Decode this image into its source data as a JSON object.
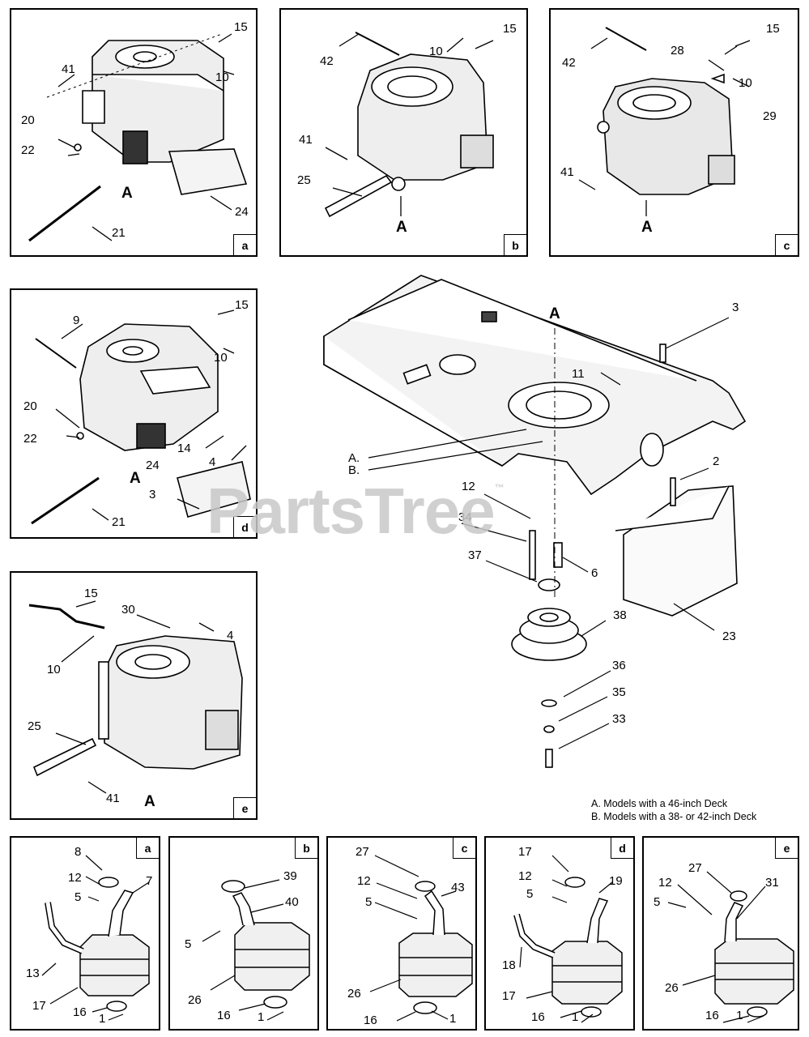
{
  "engine_panels": [
    {
      "tag": "a",
      "labels": [
        "15",
        "41",
        "10",
        "20",
        "22",
        "24",
        "21"
      ],
      "ref": "A"
    },
    {
      "tag": "b",
      "labels": [
        "42",
        "10",
        "15",
        "41",
        "25"
      ],
      "ref": "A"
    },
    {
      "tag": "c",
      "labels": [
        "42",
        "28",
        "15",
        "10",
        "29",
        "41"
      ],
      "ref": "A"
    },
    {
      "tag": "d",
      "labels": [
        "9",
        "15",
        "10",
        "20",
        "22",
        "14",
        "4",
        "24",
        "3",
        "21"
      ],
      "ref": "A"
    },
    {
      "tag": "e",
      "labels": [
        "15",
        "30",
        "4",
        "10",
        "25",
        "41"
      ],
      "ref": "A"
    }
  ],
  "main_labels": {
    "a_top": "A",
    "n3": "3",
    "n11": "11",
    "lineA": "A.",
    "lineB": "B.",
    "n2": "2",
    "n12": "12",
    "n34": "34",
    "n37": "37",
    "n6": "6",
    "n38": "38",
    "n23": "23",
    "n36": "36",
    "n35": "35",
    "n33": "33"
  },
  "notes": {
    "a": "A. Models with a 46-inch Deck",
    "b": "B. Models with a 38- or 42-inch Deck"
  },
  "muffler_panels": [
    {
      "tag": "a",
      "labels": [
        "8",
        "12",
        "7",
        "5",
        "13",
        "17",
        "16",
        "1"
      ]
    },
    {
      "tag": "b",
      "labels": [
        "39",
        "40",
        "5",
        "26",
        "16",
        "1"
      ]
    },
    {
      "tag": "c",
      "labels": [
        "27",
        "12",
        "43",
        "5",
        "26",
        "16",
        "1"
      ]
    },
    {
      "tag": "d",
      "labels": [
        "17",
        "12",
        "19",
        "5",
        "18",
        "17",
        "16",
        "1"
      ]
    },
    {
      "tag": "e",
      "labels": [
        "27",
        "12",
        "5",
        "31",
        "26",
        "16",
        "1"
      ]
    }
  ],
  "watermark": "PartsTree",
  "watermark_tm": "™"
}
